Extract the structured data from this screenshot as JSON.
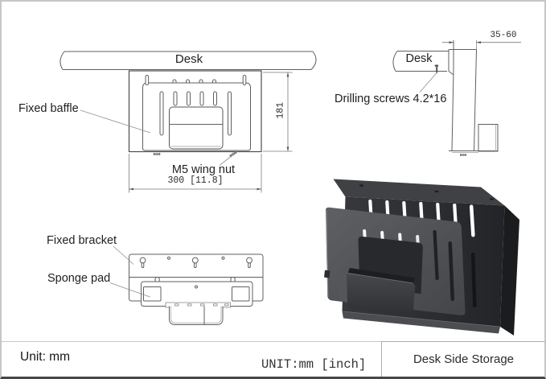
{
  "front_view": {
    "desk_label": "Desk",
    "baffle_label": "Fixed baffle",
    "wing_nut_label": "M5 wing nut",
    "width_dimension": "300 [11.8]",
    "height_dimension": "181"
  },
  "side_view": {
    "desk_label": "Desk",
    "clamp_range_dimension": "35-60",
    "screw_label": "Drilling screws 4.2*16"
  },
  "top_view": {
    "bracket_label": "Fixed bracket",
    "sponge_label": "Sponge pad"
  },
  "footer": {
    "unit_note": "Unit: mm",
    "unit_spec": "UNIT:mm [inch]",
    "title": "Desk Side Storage"
  },
  "colors": {
    "line": "#5f5f5f",
    "dimension_line": "#7a7a7a",
    "page_border": "#c6c6c6",
    "bottom_bar": "#474747",
    "render_back_panel": "#2e3033",
    "render_baffle": "#55575b",
    "render_basket": "#3a3c40"
  }
}
